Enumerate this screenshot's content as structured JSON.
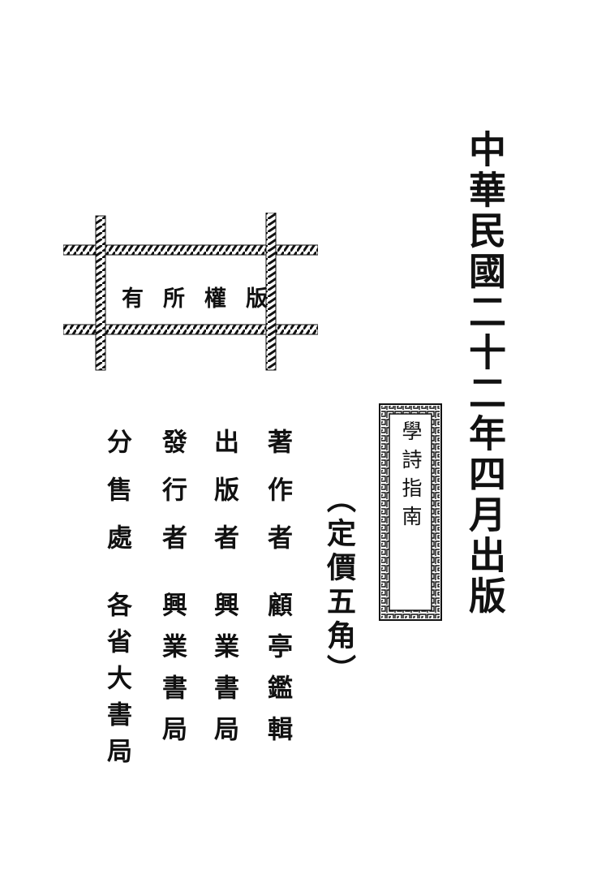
{
  "publication_date": "中華民國二十二年四月出版",
  "book_title": "學詩指南",
  "price": "（定價五角）",
  "copyright_notice": "有所權版",
  "credits": [
    {
      "role": "著作者",
      "name": "顧亭鑑輯"
    },
    {
      "role": "出版者",
      "name": "興業書局"
    },
    {
      "role": "發行者",
      "name": "興業書局"
    },
    {
      "role": "分售處",
      "name": "各省大書局"
    }
  ]
}
